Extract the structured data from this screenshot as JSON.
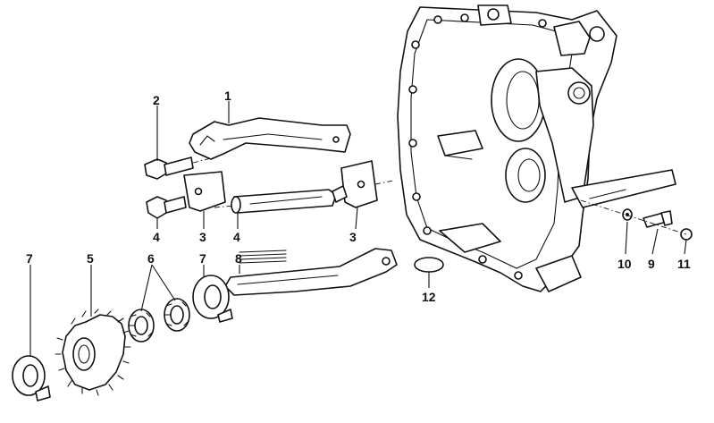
{
  "callouts": [
    {
      "id": "c1",
      "number": "1"
    },
    {
      "id": "c2",
      "number": "2"
    },
    {
      "id": "c3a",
      "number": "3"
    },
    {
      "id": "c3b",
      "number": "3"
    },
    {
      "id": "c4a",
      "number": "4"
    },
    {
      "id": "c4b",
      "number": "4"
    },
    {
      "id": "c5",
      "number": "5"
    },
    {
      "id": "c6",
      "number": "6"
    },
    {
      "id": "c7a",
      "number": "7"
    },
    {
      "id": "c7b",
      "number": "7"
    },
    {
      "id": "c8",
      "number": "8"
    },
    {
      "id": "c9",
      "number": "9"
    },
    {
      "id": "c10",
      "number": "10"
    },
    {
      "id": "c11",
      "number": "11"
    },
    {
      "id": "c12",
      "number": "12"
    }
  ]
}
